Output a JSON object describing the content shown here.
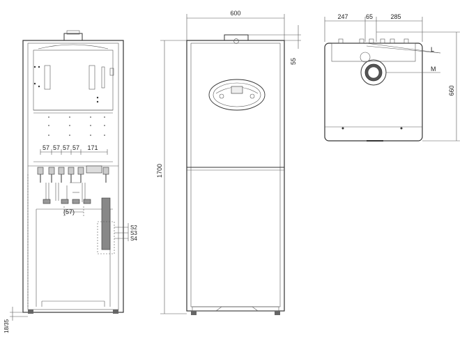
{
  "left_view": {
    "dims": [
      "57",
      "57",
      "57",
      "57",
      "171"
    ],
    "dim_parenthetical": "(57)",
    "labels": [
      "S2",
      "S3",
      "S4"
    ],
    "base_dim": "18/35"
  },
  "front_view": {
    "width": "600",
    "height": "1700",
    "top_offset": "55"
  },
  "top_view": {
    "dims": [
      "247",
      "65",
      "285"
    ],
    "depth": "660",
    "label_l": "L",
    "label_m": "M"
  },
  "colors": {
    "ink": "#333333",
    "panel_fill": "#f2f2f2",
    "dark": "#555555"
  }
}
